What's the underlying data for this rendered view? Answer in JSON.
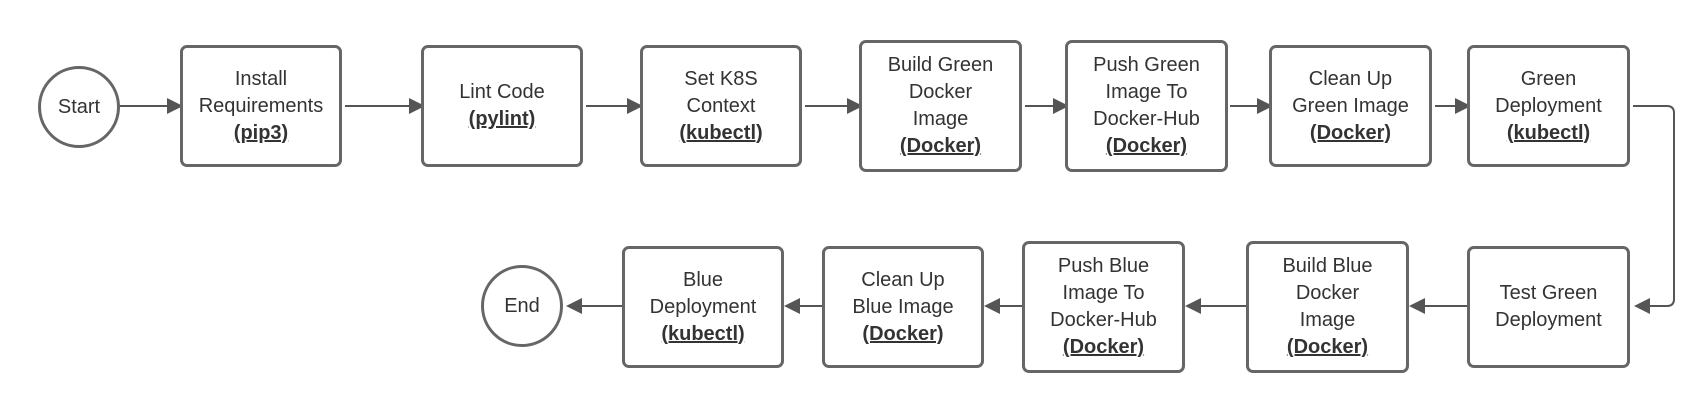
{
  "nodes": {
    "start": {
      "lines": [
        "Start"
      ]
    },
    "install": {
      "lines": [
        "Install",
        "Requirements"
      ],
      "tool": "(pip3)"
    },
    "lint": {
      "lines": [
        "Lint Code"
      ],
      "tool": "(pylint)"
    },
    "context": {
      "lines": [
        "Set K8S",
        "Context"
      ],
      "tool": "(kubectl)"
    },
    "build_green": {
      "lines": [
        "Build Green",
        "Docker",
        "Image"
      ],
      "tool": "(Docker)"
    },
    "push_green": {
      "lines": [
        "Push Green",
        "Image To",
        "Docker-Hub"
      ],
      "tool": "(Docker)"
    },
    "clean_green": {
      "lines": [
        "Clean Up",
        "Green Image"
      ],
      "tool": "(Docker)"
    },
    "deploy_green": {
      "lines": [
        "Green",
        "Deployment"
      ],
      "tool": "(kubectl)"
    },
    "test_green": {
      "lines": [
        "Test Green",
        "Deployment"
      ]
    },
    "build_blue": {
      "lines": [
        "Build Blue",
        "Docker",
        "Image"
      ],
      "tool": "(Docker)"
    },
    "push_blue": {
      "lines": [
        "Push Blue",
        "Image To",
        "Docker-Hub"
      ],
      "tool": "(Docker)"
    },
    "clean_blue": {
      "lines": [
        "Clean Up",
        "Blue Image"
      ],
      "tool": "(Docker)"
    },
    "deploy_blue": {
      "lines": [
        "Blue",
        "Deployment"
      ],
      "tool": "(kubectl)"
    },
    "end": {
      "lines": [
        "End"
      ]
    }
  },
  "colors": {
    "border": "#666666",
    "text": "#333333",
    "arrow": "#555555"
  }
}
